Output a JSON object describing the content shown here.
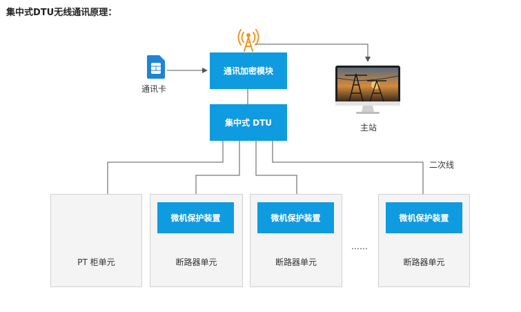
{
  "title": "集中式DTU无线通讯原理：",
  "nodes": {
    "encrypt_module": "通讯加密模块",
    "dtu": "集中式 DTU",
    "sim_card": "通讯卡",
    "master_station": "主站"
  },
  "link_label": "二次线",
  "ellipsis": "……",
  "units": [
    {
      "device": "",
      "name": "PT 柜单元"
    },
    {
      "device": "微机保护装置",
      "name": "断路器单元"
    },
    {
      "device": "微机保护装置",
      "name": "断路器单元"
    },
    {
      "device": "微机保护装置",
      "name": "断路器单元"
    }
  ],
  "colors": {
    "accent_blue": "#0f9be0",
    "antenna_orange": "#f29422",
    "wire": "#555555",
    "unit_bg": "#f4f4f4",
    "unit_border": "#cfcfcf"
  }
}
